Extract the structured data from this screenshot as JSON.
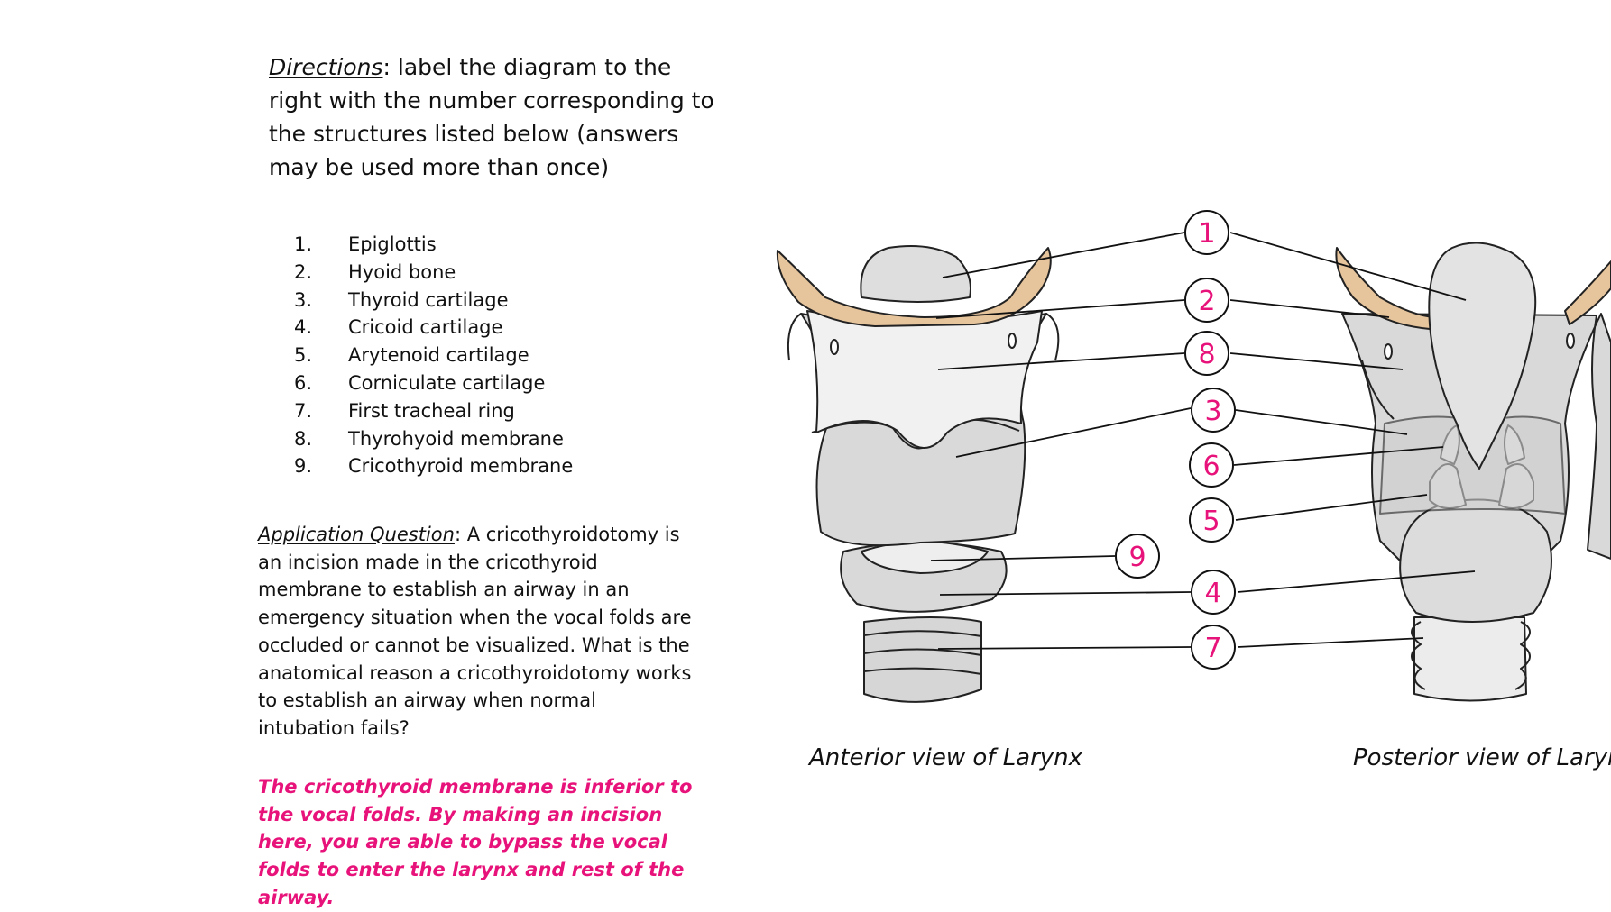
{
  "directions": {
    "label": "Directions",
    "text": ": label the diagram to the right with the number corresponding to the structures listed below (answers may be used more than once)"
  },
  "structures": [
    {
      "num": "1.",
      "name": "Epiglottis"
    },
    {
      "num": "2.",
      "name": "Hyoid bone"
    },
    {
      "num": "3.",
      "name": "Thyroid cartilage"
    },
    {
      "num": "4.",
      "name": "Cricoid cartilage"
    },
    {
      "num": "5.",
      "name": "Arytenoid cartilage"
    },
    {
      "num": "6.",
      "name": "Corniculate cartilage"
    },
    {
      "num": "7.",
      "name": "First tracheal ring"
    },
    {
      "num": "8.",
      "name": "Thyrohyoid membrane"
    },
    {
      "num": "9.",
      "name": "Cricothyroid membrane"
    }
  ],
  "application_question": {
    "label": "Application Question",
    "text": ":  A cricothyroidotomy is an incision made in the cricothyroid membrane to establish an airway in an emergency situation when the vocal folds are occluded or cannot be visualized. What is the anatomical reason a cricothyroidotomy works to establish an airway when normal intubation fails?"
  },
  "answer": "The cricothyroid membrane is inferior to the vocal folds. By making an incision here, you are able to bypass the vocal folds to enter the larynx and rest of the airway.",
  "captions": {
    "anterior": "Anterior view of Larynx",
    "posterior": "Posterior view of Larynx"
  },
  "callouts": [
    "1",
    "2",
    "8",
    "3",
    "6",
    "5",
    "9",
    "4",
    "7"
  ],
  "colors": {
    "answer": "#e8137a",
    "callout_number": "#e8137a",
    "hyoid": "#e6c49c",
    "cartilage": "#d9d9d9",
    "membrane": "#eeeeee",
    "outline": "#222222"
  }
}
